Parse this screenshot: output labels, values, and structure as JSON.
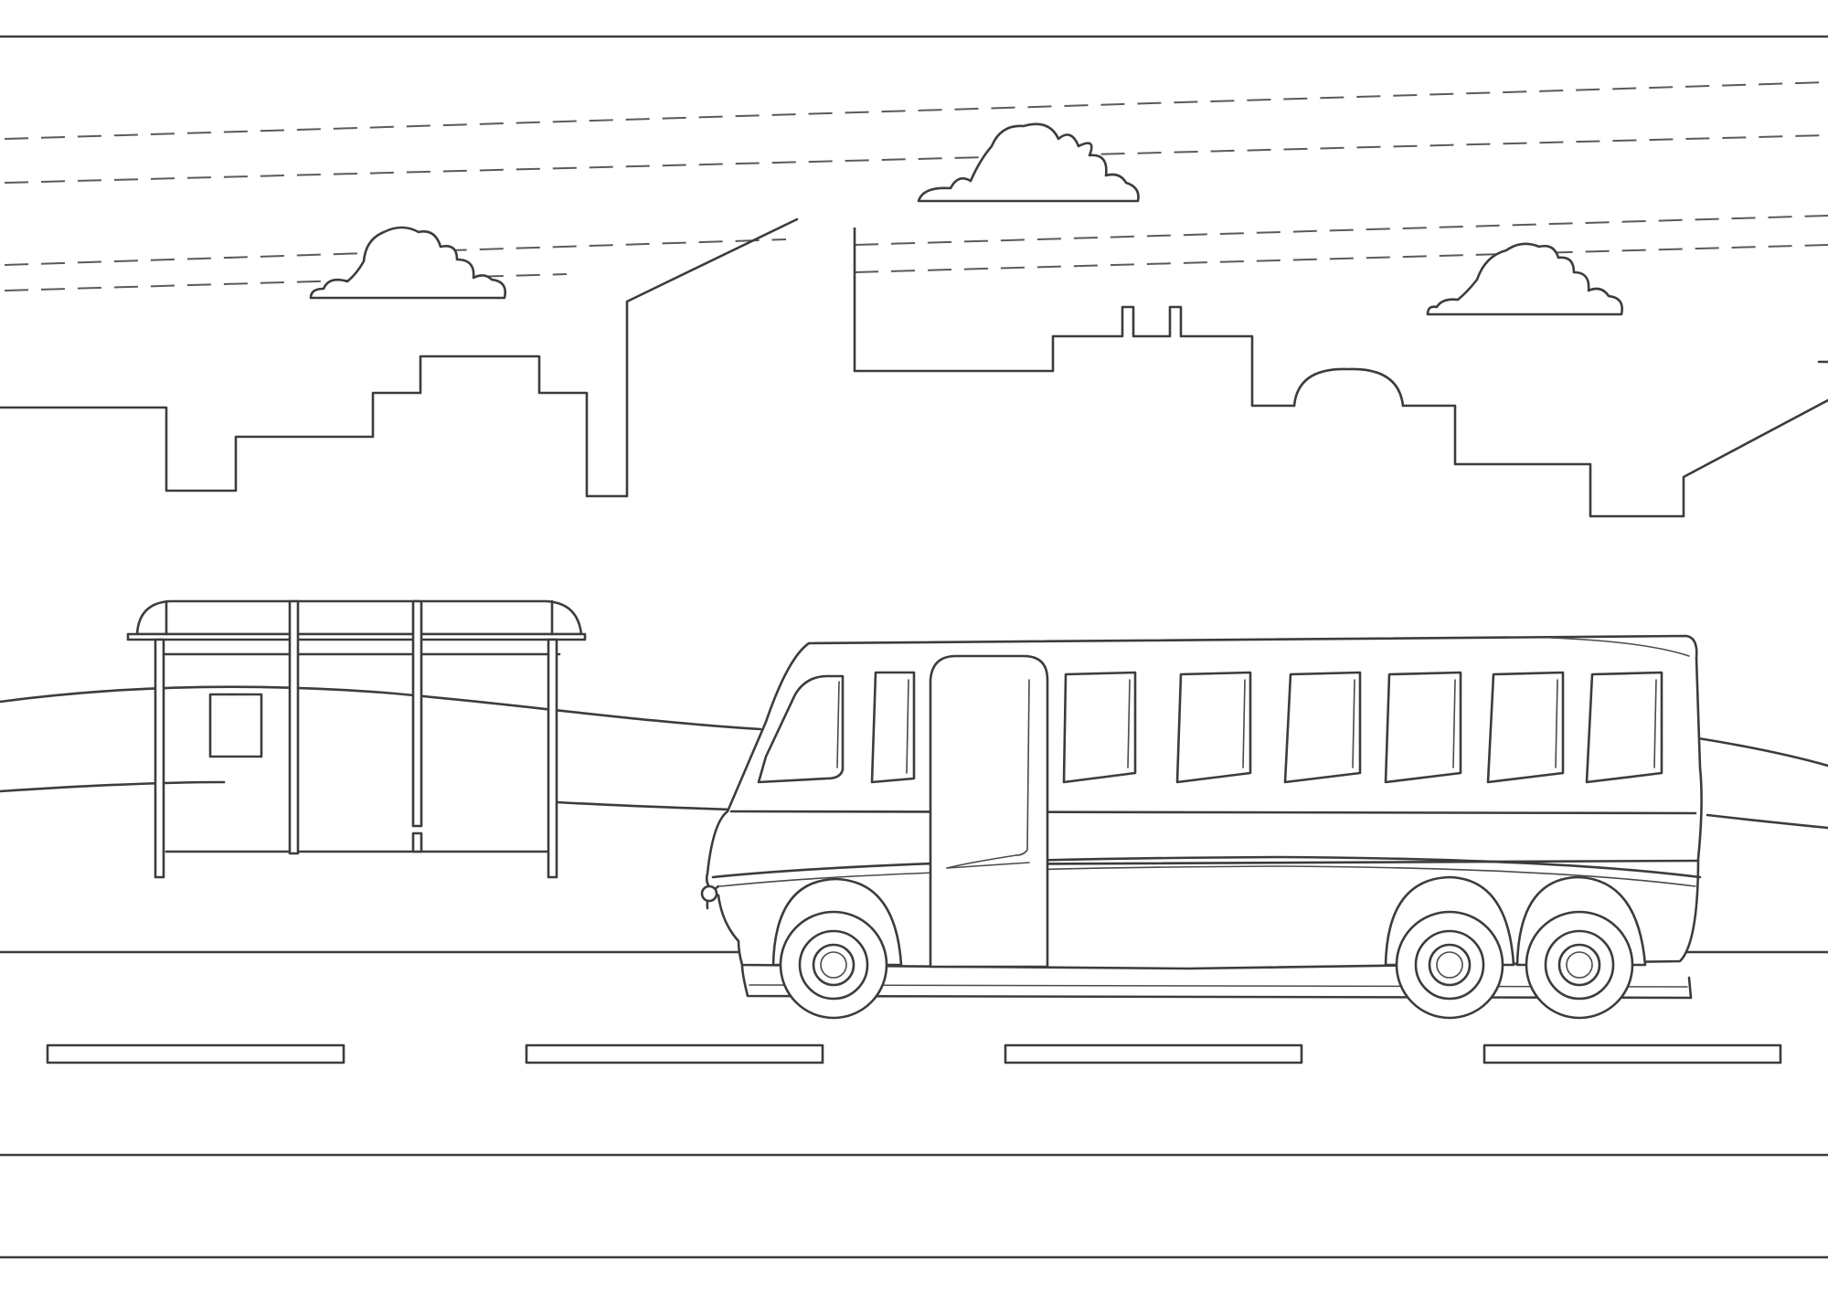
{
  "scene": {
    "style": "line-art coloring page",
    "colors": {
      "background": "#ffffff",
      "outline": "#3c3c3c"
    },
    "elements": [
      "sky-dashed-lines",
      "cloud",
      "city-skyline",
      "hills",
      "bus-stop-shelter",
      "bus",
      "road"
    ]
  }
}
